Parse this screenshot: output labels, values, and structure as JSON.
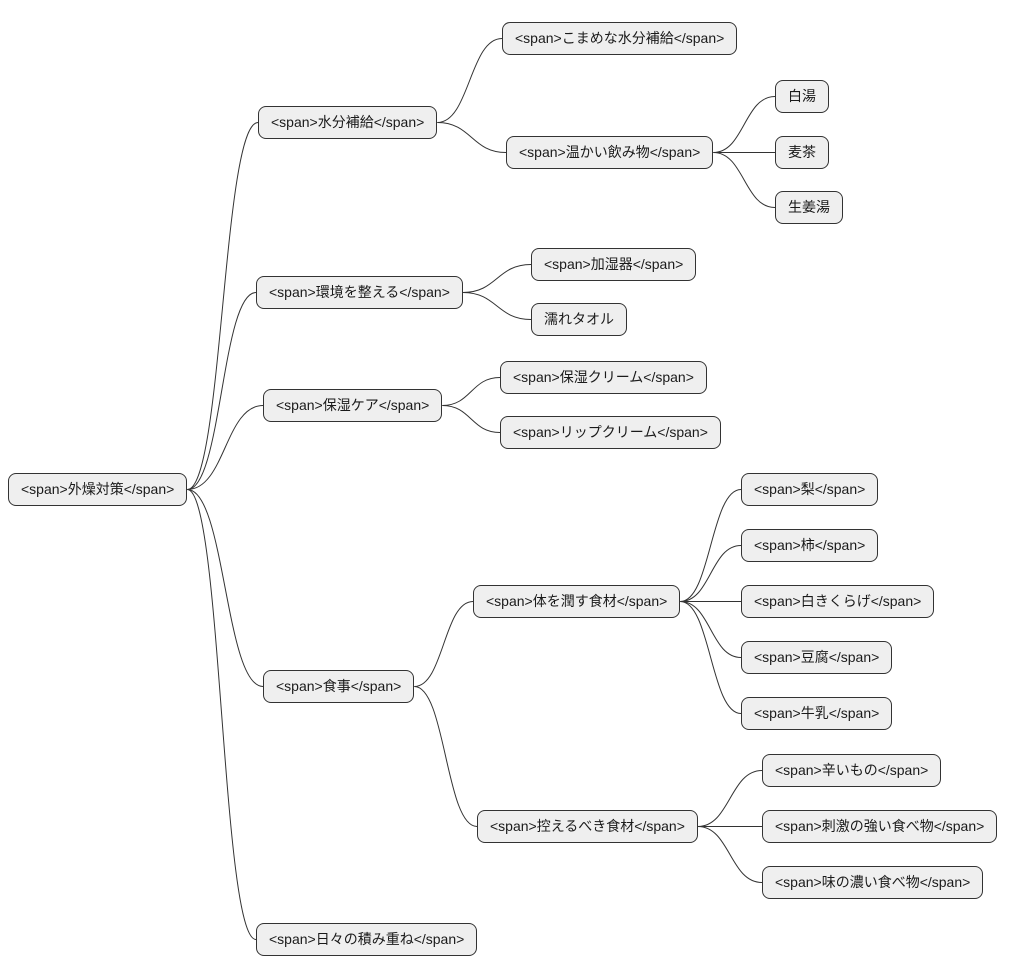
{
  "diagram": {
    "type": "mindmap",
    "colors": {
      "background": "#ffffff",
      "node_fill": "#efefef",
      "node_border": "#333333",
      "edge": "#333333",
      "text": "#1a1a1a"
    },
    "nodes": {
      "root": {
        "label": "<span>外燥対策</span>",
        "parent": null
      },
      "hydration": {
        "label": "<span>水分補給</span>",
        "parent": "root"
      },
      "frequent": {
        "label": "<span>こまめな水分補給</span>",
        "parent": "hydration"
      },
      "warm_drinks": {
        "label": "<span>温かい飲み物</span>",
        "parent": "hydration"
      },
      "sayu": {
        "label": "白湯",
        "parent": "warm_drinks"
      },
      "mugicha": {
        "label": "麦茶",
        "parent": "warm_drinks"
      },
      "shogayu": {
        "label": "生姜湯",
        "parent": "warm_drinks"
      },
      "environment": {
        "label": "<span>環境を整える</span>",
        "parent": "root"
      },
      "humidifier": {
        "label": "<span>加湿器</span>",
        "parent": "environment"
      },
      "wet_towel": {
        "label": "濡れタオル",
        "parent": "environment"
      },
      "moisture_care": {
        "label": "<span>保湿ケア</span>",
        "parent": "root"
      },
      "moist_cream": {
        "label": "<span>保湿クリーム</span>",
        "parent": "moisture_care"
      },
      "lip_cream": {
        "label": "<span>リップクリーム</span>",
        "parent": "moisture_care"
      },
      "meals": {
        "label": "<span>食事</span>",
        "parent": "root"
      },
      "moist_foods": {
        "label": "<span>体を潤す食材</span>",
        "parent": "meals"
      },
      "pear": {
        "label": "<span>梨</span>",
        "parent": "moist_foods"
      },
      "persimmon": {
        "label": "<span>柿</span>",
        "parent": "moist_foods"
      },
      "white_fungus": {
        "label": "<span>白きくらげ</span>",
        "parent": "moist_foods"
      },
      "tofu": {
        "label": "<span>豆腐</span>",
        "parent": "moist_foods"
      },
      "milk": {
        "label": "<span>牛乳</span>",
        "parent": "moist_foods"
      },
      "avoid_foods": {
        "label": "<span>控えるべき食材</span>",
        "parent": "meals"
      },
      "spicy": {
        "label": "<span>辛いもの</span>",
        "parent": "avoid_foods"
      },
      "stimulating": {
        "label": "<span>刺激の強い食べ物</span>",
        "parent": "avoid_foods"
      },
      "strong_taste": {
        "label": "<span>味の濃い食べ物</span>",
        "parent": "avoid_foods"
      },
      "daily_effort": {
        "label": "<span>日々の積み重ね</span>",
        "parent": "root"
      }
    }
  }
}
